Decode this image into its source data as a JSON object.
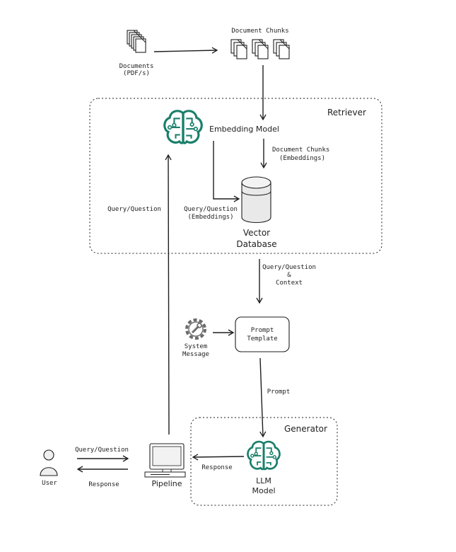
{
  "groups": {
    "retriever": "Retriever",
    "generator": "Generator"
  },
  "nodes": {
    "documents": [
      "Documents",
      "(PDF/s)"
    ],
    "document_chunks": "Document Chunks",
    "embedding_model": "Embedding Model",
    "vector_database": [
      "Vector",
      "Database"
    ],
    "system_message": [
      "System",
      "Message"
    ],
    "prompt_template": [
      "Prompt",
      "Template"
    ],
    "llm_model": [
      "LLM",
      "Model"
    ],
    "user": "User",
    "pipeline": "Pipeline"
  },
  "edges": {
    "chunks_embeddings": [
      "Document Chunks",
      "(Embeddings)"
    ],
    "query_question": "Query/Question",
    "query_embeddings": [
      "Query/Question",
      "(Embeddings)"
    ],
    "query_context": [
      "Query/Question",
      "&",
      "Context"
    ],
    "prompt": "Prompt",
    "response_llm": "Response",
    "user_query": "Query/Question",
    "response_user": "Response"
  },
  "colors": {
    "ink": "#1e1e1e",
    "ai_green": "#1a7f6a",
    "gear_gray": "#6b6b6b",
    "db_gray": "#e9e9e9"
  },
  "icons": {
    "embedding_model": "brain-circuit-icon",
    "llm_model": "brain-circuit-icon",
    "system_message": "gear-wrench-icon",
    "user": "user-icon",
    "pipeline": "computer-icon",
    "documents": "document-stack-icon",
    "document_chunks": "document-stack-icon",
    "vector_database": "database-cylinder-icon"
  }
}
